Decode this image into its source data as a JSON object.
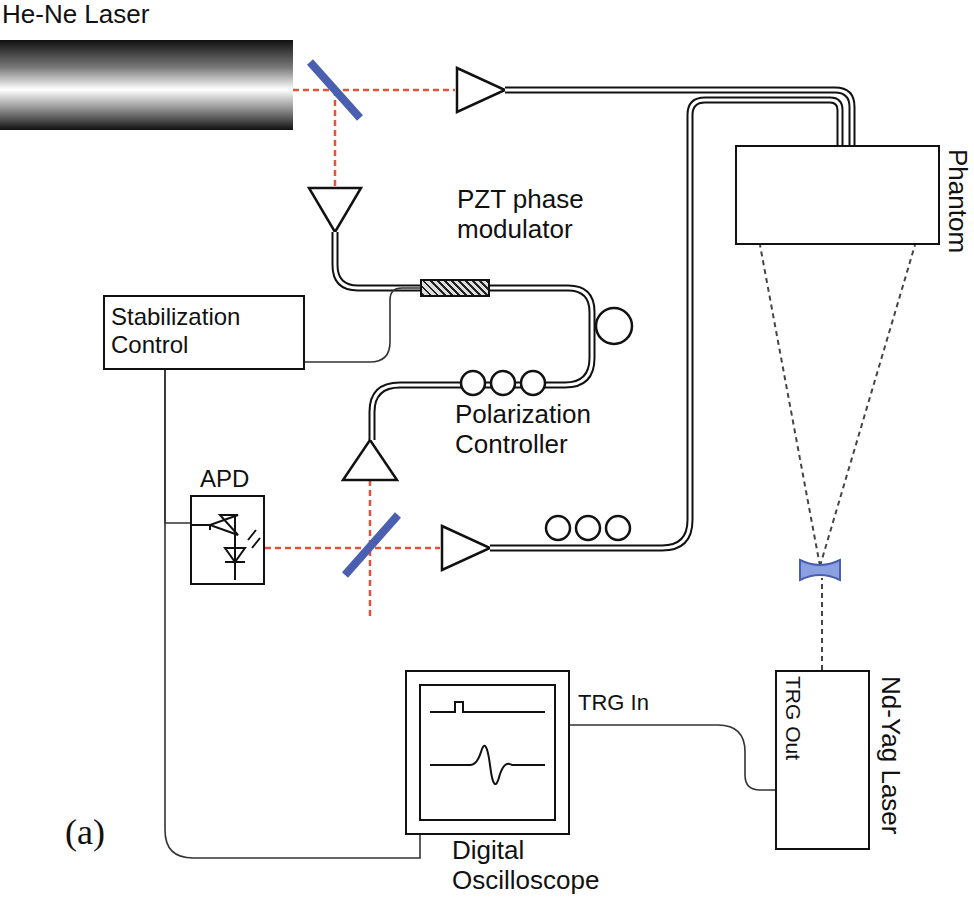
{
  "diagram": {
    "nodes": [
      {
        "text": [
          "He-Ne Laser"
        ]
      },
      {
        "text": [
          "Phantom"
        ]
      },
      {
        "text": [
          "PZT phase modulator"
        ]
      },
      {
        "text": [
          "Stabilization Control"
        ]
      },
      {
        "text": [
          "APD"
        ]
      },
      {
        "text": [
          "Digital Oscilloscope"
        ]
      },
      {
        "text": [
          "Nd-Yag Laser",
          "TRG Out"
        ]
      }
    ],
    "edges": [
      {
        "from": 3,
        "to": 2,
        "arrow": "none"
      },
      {
        "from": 4,
        "to": 3,
        "arrow": "none"
      },
      {
        "from": 3,
        "to": 5,
        "arrow": "none"
      },
      {
        "from": 6,
        "to": 5,
        "arrow": "none"
      }
    ],
    "labels": [
      "Polarization Controller",
      "TRG In",
      "(a)"
    ]
  }
}
